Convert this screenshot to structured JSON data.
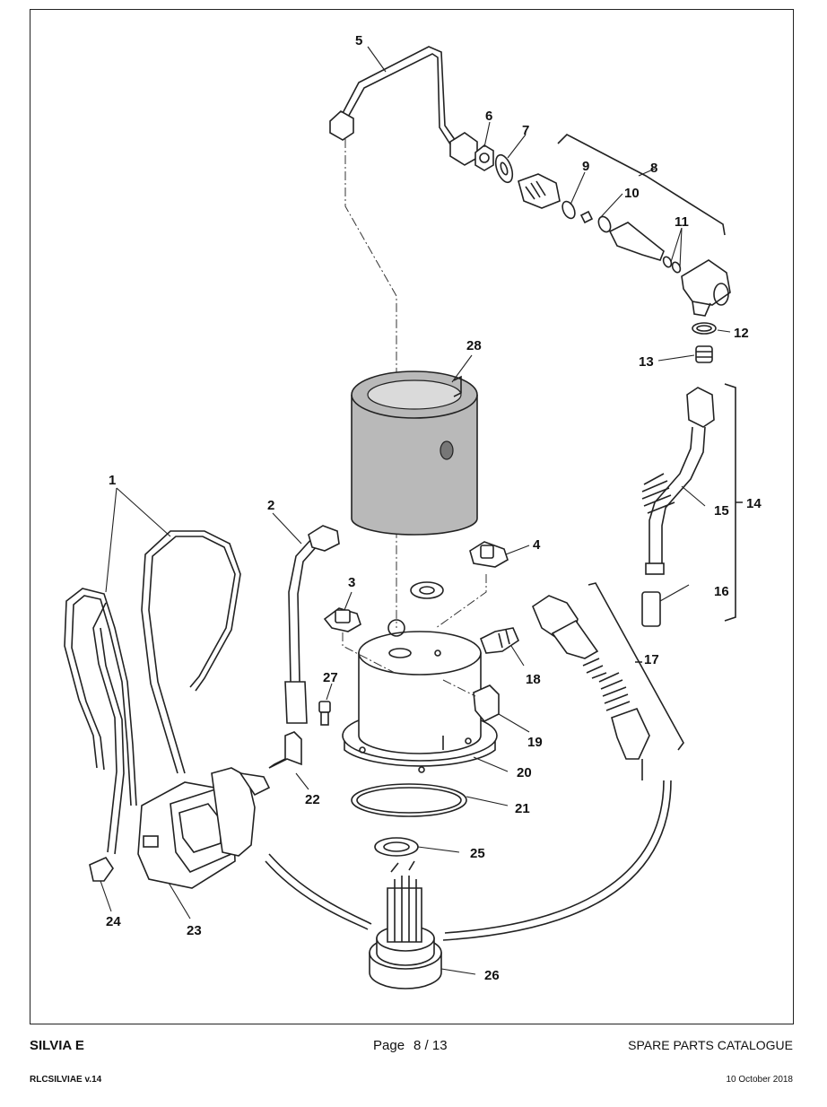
{
  "callouts": [
    "1",
    "2",
    "3",
    "4",
    "5",
    "6",
    "7",
    "8",
    "9",
    "10",
    "11",
    "12",
    "13",
    "14",
    "15",
    "16",
    "17",
    "18",
    "19",
    "20",
    "21",
    "22",
    "23",
    "24",
    "25",
    "26",
    "27",
    "28"
  ],
  "footer": {
    "model": "SILVIA E",
    "page_label": "Page",
    "page_number": "8 / 13",
    "catalog": "SPARE PARTS CATALOGUE",
    "revision": "RLCSILVIAE v.14",
    "date": "10 October 2018"
  }
}
